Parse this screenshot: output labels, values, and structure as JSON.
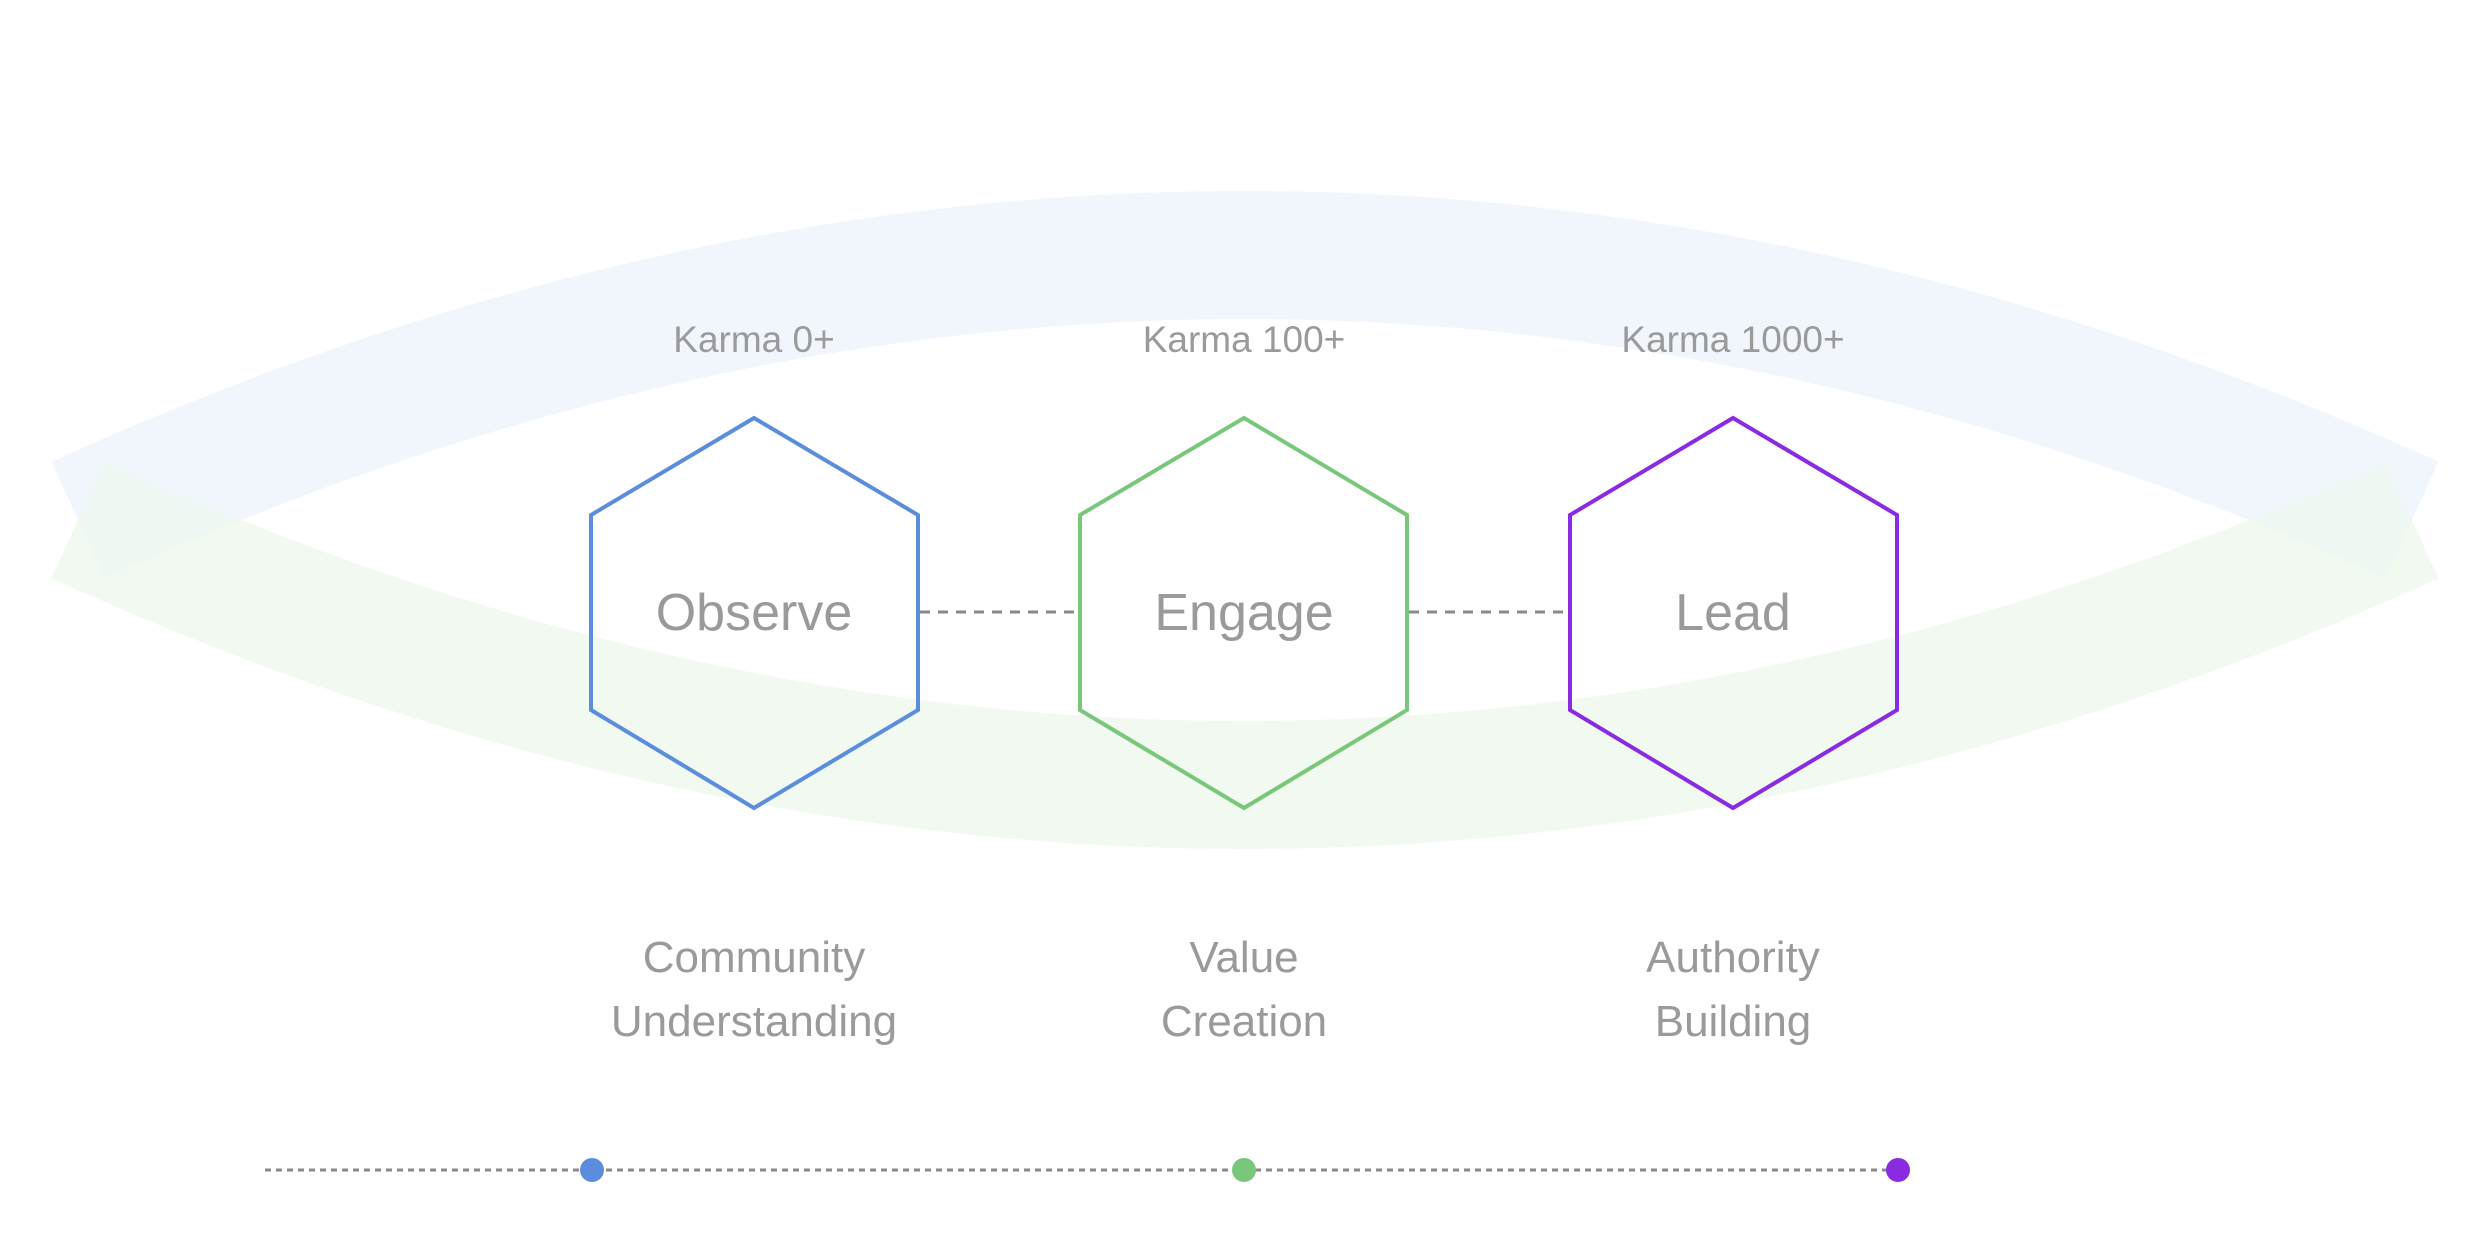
{
  "stages": [
    {
      "karma": "Karma 0+",
      "name": "Observe",
      "desc_line1": "Community",
      "desc_line2": "Understanding",
      "color": "#5b8ddd"
    },
    {
      "karma": "Karma 100+",
      "name": "Engage",
      "desc_line1": "Value",
      "desc_line2": "Creation",
      "color": "#79c77a"
    },
    {
      "karma": "Karma 1000+",
      "name": "Lead",
      "desc_line1": "Authority",
      "desc_line2": "Building",
      "color": "#8a2be2"
    }
  ],
  "colors": {
    "upper_band": "#eef3fc",
    "lower_band": "#eef8ee",
    "connector": "#8a8a8a",
    "text": "#9a9a9a"
  }
}
